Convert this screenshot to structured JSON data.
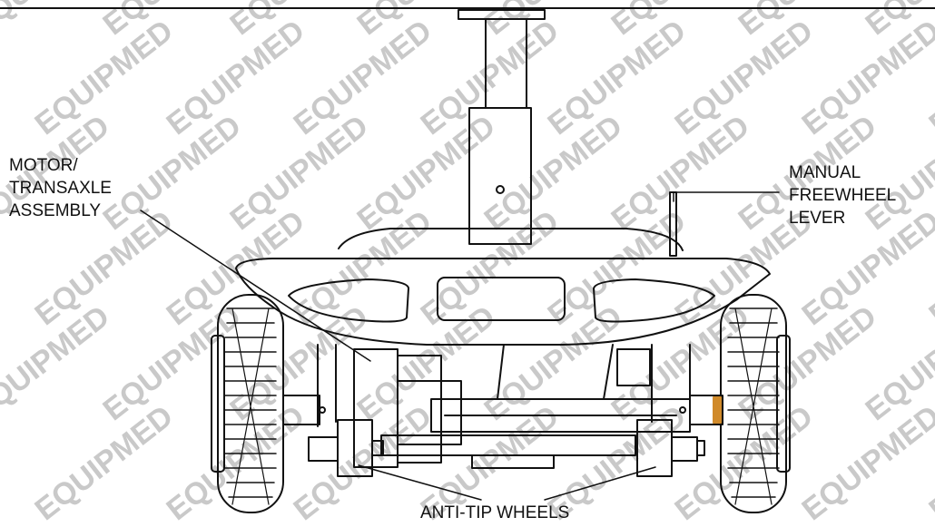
{
  "watermark": {
    "text": "EQUIPMED",
    "color": "#c9c9c9"
  },
  "labels": {
    "motor": [
      "MOTOR/",
      "TRANSAXLE",
      "ASSEMBLY"
    ],
    "freewheel": [
      "MANUAL",
      "FREEWHEEL",
      "LEVER"
    ],
    "antitip": "ANTI-TIP WHEELS"
  },
  "colors": {
    "line": "#111111",
    "accent": "#d08a2a"
  }
}
